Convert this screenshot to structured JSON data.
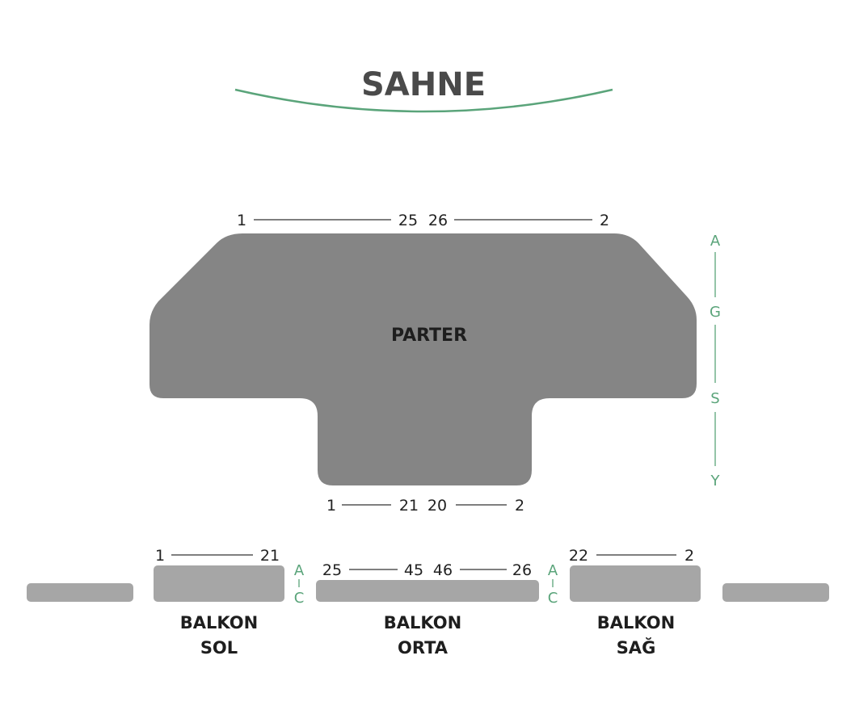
{
  "stage": {
    "label": "SAHNE"
  },
  "parter": {
    "label": "PARTER",
    "front_seats": {
      "left_end": "1",
      "center_left": "25",
      "center_right": "26",
      "right_end": "2"
    },
    "back_seats": {
      "left_end": "1",
      "center_left": "21",
      "center_right": "20",
      "right_end": "2"
    },
    "row_letters": {
      "a": "A",
      "g": "G",
      "s": "S",
      "y": "Y"
    }
  },
  "balkon_sol": {
    "label_line1": "BALKON",
    "label_line2": "SOL",
    "seats": {
      "left": "1",
      "right": "21"
    }
  },
  "balkon_orta": {
    "label_line1": "BALKON",
    "label_line2": "ORTA",
    "seats": {
      "left_end": "25",
      "center_left": "45",
      "center_right": "46",
      "right_end": "26"
    }
  },
  "balkon_sag": {
    "label_line1": "BALKON",
    "label_line2": "SAĞ",
    "seats": {
      "left": "22",
      "right": "2"
    }
  },
  "balkon_rows_left": {
    "top": "A",
    "bottom": "C"
  },
  "balkon_rows_right": {
    "top": "A",
    "bottom": "C"
  },
  "colors": {
    "section_fill": "#858585",
    "side_block_fill": "#a6a6a6",
    "accent_green": "#5aa47a",
    "line_dark": "#333333"
  }
}
